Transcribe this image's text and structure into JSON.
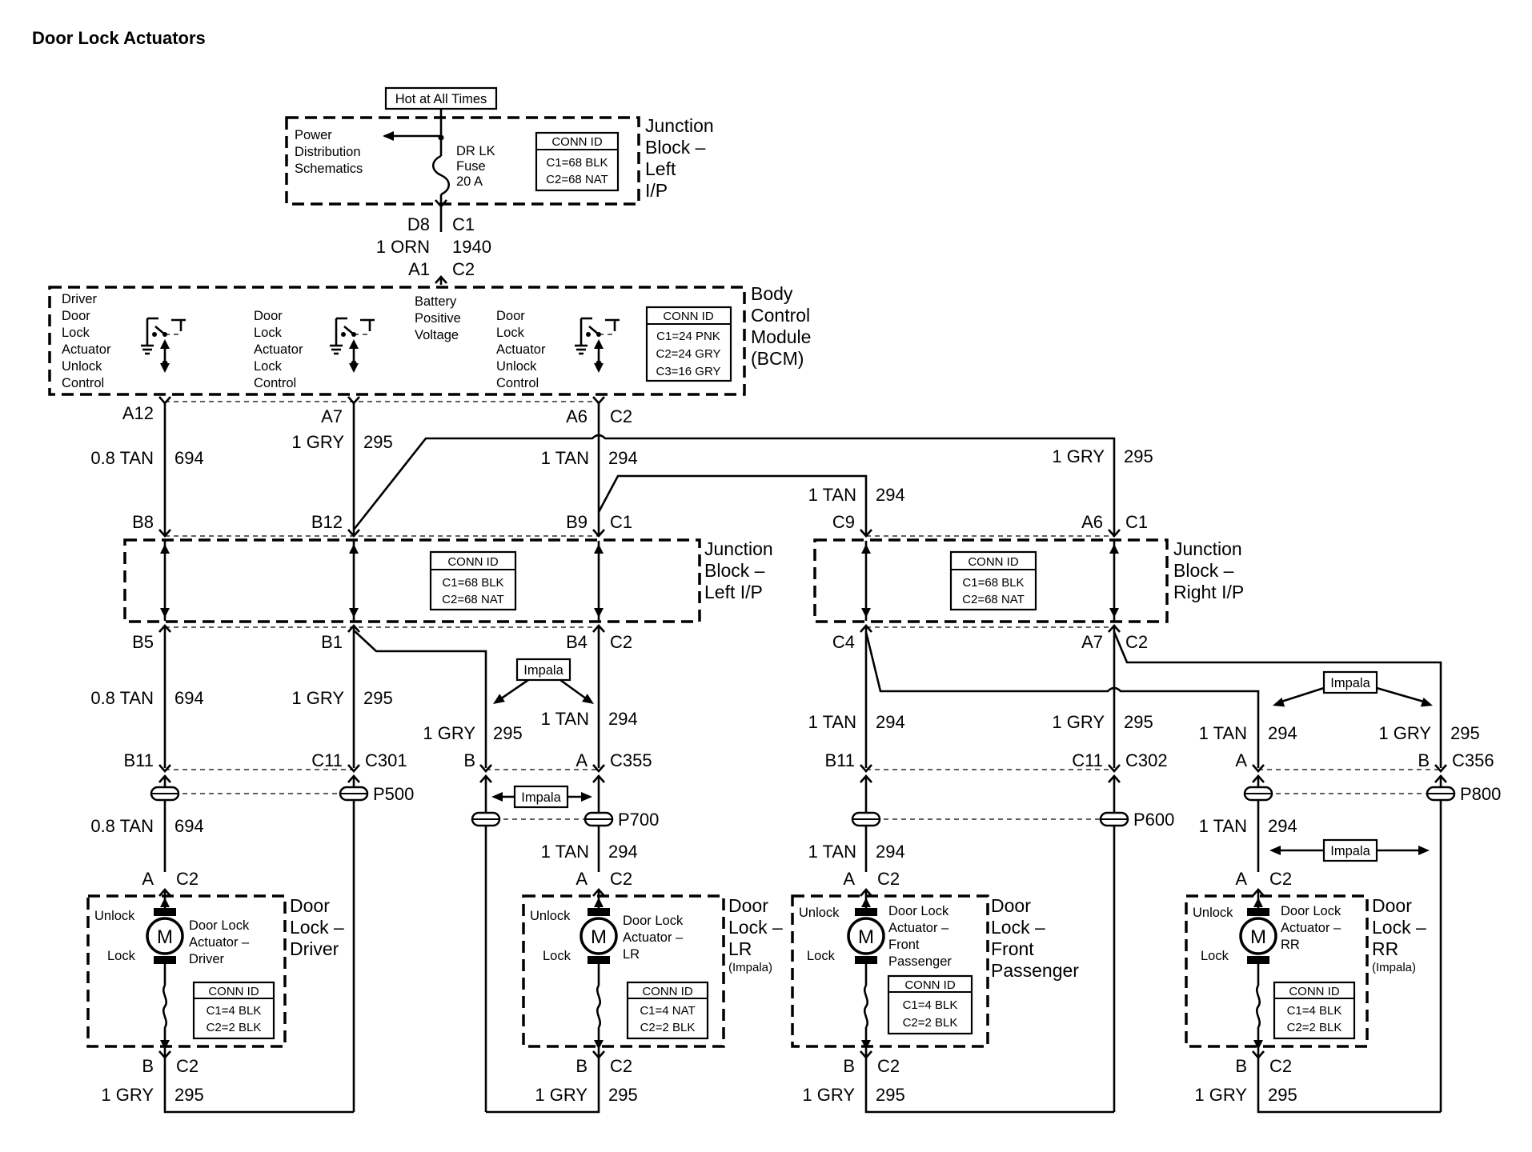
{
  "title": "Door Lock Actuators",
  "hot_label": "Hot at All Times",
  "jb_top": {
    "name": [
      "Junction",
      "Block –",
      "Left",
      "I/P"
    ],
    "power_ref": [
      "Power",
      "Distribution",
      "Schematics"
    ],
    "fuse": [
      "DR LK",
      "Fuse",
      "20 A"
    ],
    "conn_id": [
      "CONN ID",
      "C1=68 BLK",
      "C2=68 NAT"
    ]
  },
  "feed": {
    "pin_top": "D8",
    "conn_top": "C1",
    "wire_color": "1 ORN",
    "circuit": "1940",
    "pin_bot": "A1",
    "conn_bot": "C2"
  },
  "bcm": {
    "name": [
      "Body",
      "Control",
      "Module",
      "(BCM)"
    ],
    "unlock_label": [
      "Driver",
      "Door",
      "Lock",
      "Actuator",
      "Unlock",
      "Control"
    ],
    "lock_label": [
      "Door",
      "Lock",
      "Actuator",
      "Lock",
      "Control"
    ],
    "battery_label": [
      "Battery",
      "Positive",
      "Voltage"
    ],
    "unlock2_label": [
      "Door",
      "Lock",
      "Actuator",
      "Unlock",
      "Control"
    ],
    "conn_id": [
      "CONN ID",
      "C1=24 PNK",
      "C2=24 GRY",
      "C3=16 GRY"
    ]
  },
  "jb_left": {
    "name": [
      "Junction",
      "Block –",
      "Left I/P"
    ],
    "conn_id": [
      "CONN ID",
      "C1=68 BLK",
      "C2=68 NAT"
    ]
  },
  "jb_right": {
    "name": [
      "Junction",
      "Block –",
      "Right I/P"
    ],
    "conn_id": [
      "CONN ID",
      "C1=68 BLK",
      "C2=68 NAT"
    ]
  },
  "impala": "Impala",
  "labels": {
    "a12": "A12",
    "a7": "A7",
    "a6": "A6",
    "c2": "C2",
    "c1": "C1",
    "c9": "C9",
    "b8": "B8",
    "b12": "B12",
    "b9": "B9",
    "b5": "B5",
    "b1": "B1",
    "b4": "B4",
    "c4": "C4",
    "b11": "B11",
    "c11": "C11",
    "a": "A",
    "b": "B",
    "c301": "C301",
    "c355": "C355",
    "c302": "C302",
    "c356": "C356",
    "p500": "P500",
    "p700": "P700",
    "p600": "P600",
    "p800": "P800",
    "tan08": "0.8 TAN",
    "tan1": "1 TAN",
    "gry1": "1 GRY",
    "n694": "694",
    "n295": "295",
    "n294": "294"
  },
  "actuators": {
    "driver": {
      "name": [
        "Door",
        "Lock –",
        "Driver"
      ],
      "desc": [
        "Door Lock",
        "Actuator –",
        "Driver"
      ],
      "conn_id": [
        "CONN ID",
        "C1=4 BLK",
        "C2=2 BLK"
      ]
    },
    "lr": {
      "name": [
        "Door",
        "Lock –",
        "LR"
      ],
      "sub": "(Impala)",
      "desc": [
        "Door Lock",
        "Actuator –",
        "LR"
      ],
      "conn_id": [
        "CONN ID",
        "C1=4 NAT",
        "C2=2 BLK"
      ]
    },
    "fp": {
      "name": [
        "Door",
        "Lock –",
        "Front",
        "Passenger"
      ],
      "desc": [
        "Door Lock",
        "Actuator –",
        "Front",
        "Passenger"
      ],
      "conn_id": [
        "CONN ID",
        "C1=4 BLK",
        "C2=2 BLK"
      ]
    },
    "rr": {
      "name": [
        "Door",
        "Lock –",
        "RR"
      ],
      "sub": "(Impala)",
      "desc": [
        "Door Lock",
        "Actuator –",
        "RR"
      ],
      "conn_id": [
        "CONN ID",
        "C1=4 BLK",
        "C2=2 BLK"
      ]
    },
    "unlock": "Unlock",
    "lock": "Lock",
    "motor": "M"
  }
}
